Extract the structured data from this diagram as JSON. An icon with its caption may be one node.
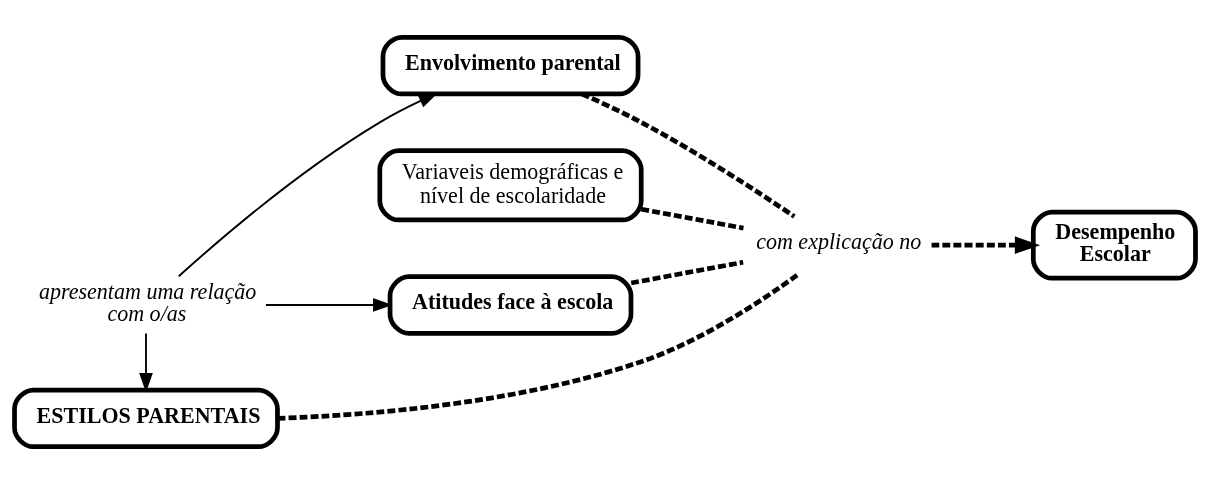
{
  "diagram": {
    "nodes": [
      {
        "text": [
          "ESTILOS PARENTAIS"
        ]
      },
      {
        "text": [
          "Variaveis demográficas e nível de escolaridade"
        ]
      },
      {
        "text": [
          "apresentam uma relação com o/as"
        ]
      },
      {
        "text": [
          "com explicação no"
        ]
      },
      {
        "text": [
          "Desempenho Escolar"
        ]
      },
      {
        "text": [
          "Envolvimento parental"
        ]
      },
      {
        "text": [
          "Atitudes face à escola"
        ]
      }
    ],
    "edges": [
      {
        "from": 2,
        "to": 0,
        "arrow": "to"
      },
      {
        "from": 1,
        "to": 3,
        "arrow": "none",
        "style": "dashed"
      },
      {
        "from": 3,
        "to": 4,
        "arrow": "to",
        "style": "dashed"
      },
      {
        "from": 0,
        "to": 3,
        "arrow": "none",
        "style": "dashed"
      },
      {
        "from": 2,
        "to": 5,
        "arrow": "to"
      },
      {
        "from": 2,
        "to": 6,
        "arrow": "to"
      },
      {
        "from": 5,
        "to": 3,
        "arrow": "none",
        "style": "dashed"
      },
      {
        "from": 6,
        "to": 3,
        "arrow": "none",
        "style": "dashed"
      }
    ]
  }
}
